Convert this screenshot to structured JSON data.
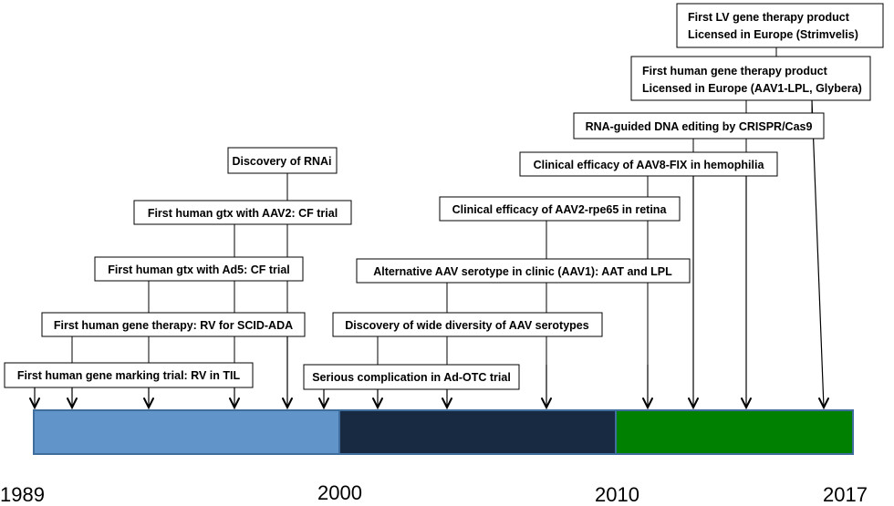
{
  "timeline": {
    "start_year": "1989",
    "segments": [
      {
        "start": "1989",
        "end": "2000",
        "color": "#6194c9"
      },
      {
        "start": "2000",
        "end": "2010",
        "color": "#182a42"
      },
      {
        "start": "2010",
        "end": "2017",
        "color": "#008000"
      }
    ],
    "year_labels": [
      "1989",
      "2000",
      "2010",
      "2017"
    ],
    "bar_border_color": "#3f6d9e"
  },
  "events": [
    {
      "id": "e1",
      "label": "First human gene marking trial: RV in TIL"
    },
    {
      "id": "e2",
      "label": "First human gene therapy: RV for SCID-ADA"
    },
    {
      "id": "e3",
      "label": "First human gtx with Ad5: CF trial"
    },
    {
      "id": "e4",
      "label": "First human gtx with AAV2: CF trial"
    },
    {
      "id": "e5",
      "label": "Discovery of RNAi"
    },
    {
      "id": "e6",
      "label": "Serious complication in Ad-OTC trial"
    },
    {
      "id": "e7",
      "label": "Discovery of wide diversity of AAV serotypes"
    },
    {
      "id": "e8",
      "label": "Alternative AAV serotype in clinic (AAV1): AAT and LPL"
    },
    {
      "id": "e9",
      "label": "Clinical efficacy of AAV2-rpe65 in retina"
    },
    {
      "id": "e10",
      "label": "Clinical efficacy of AAV8-FIX in hemophilia"
    },
    {
      "id": "e11",
      "label": "RNA-guided DNA editing by CRISPR/Cas9"
    },
    {
      "id": "e12",
      "line1": "First human gene therapy product",
      "line2": "Licensed in Europe (AAV1-LPL, Glybera)"
    },
    {
      "id": "e13",
      "line1": "First LV gene therapy product",
      "line2": "Licensed in Europe (Strimvelis)"
    }
  ]
}
